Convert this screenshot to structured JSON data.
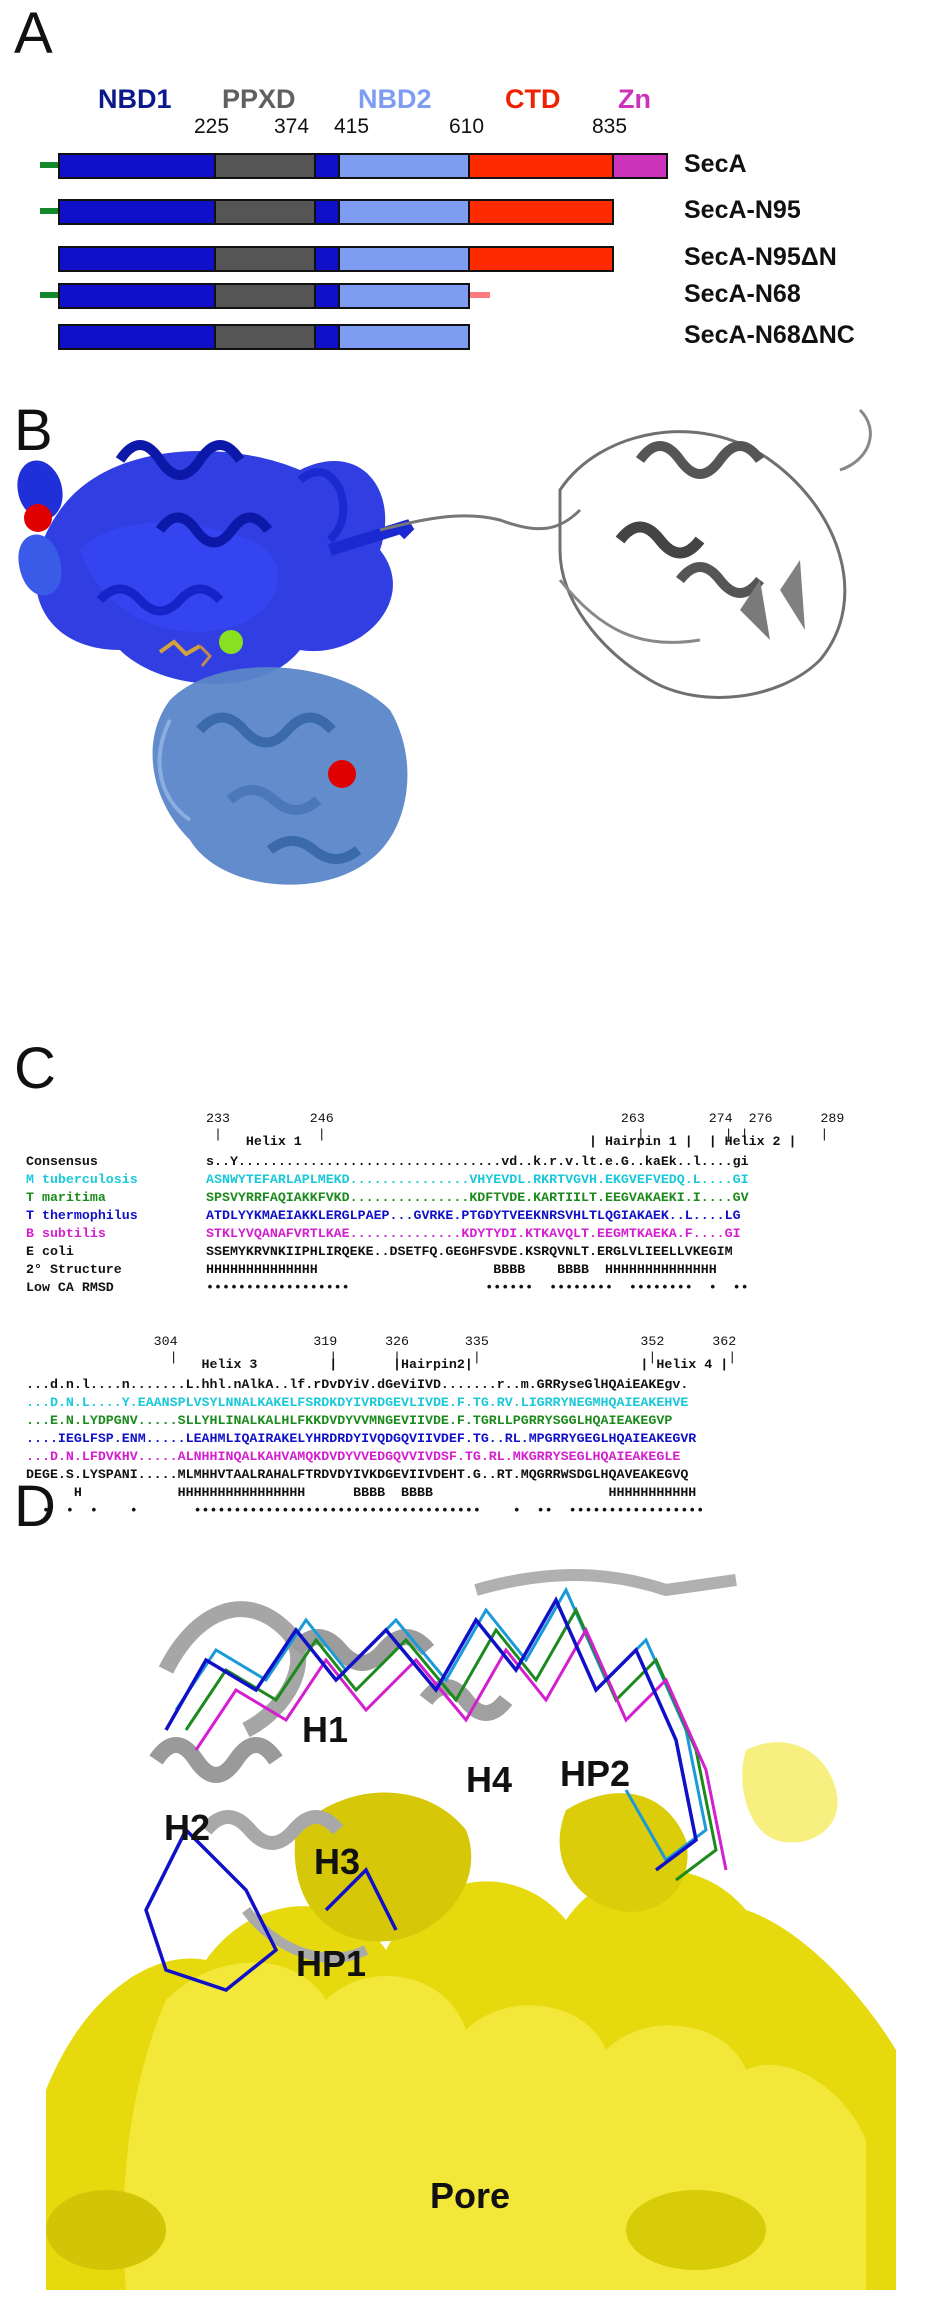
{
  "panels": {
    "a": "A",
    "b": "B",
    "c": "C",
    "d": "D"
  },
  "colors": {
    "nbd1": "#1010c8",
    "ppxd": "#555555",
    "nbd2": "#7e9cf2",
    "ctd": "#ff2a00",
    "zn": "#cc33bb",
    "nbd1_label": "#0a1a8a",
    "ppxd_label": "#606060",
    "nbd2_label": "#7e9cf2",
    "ctd_label": "#ee2200",
    "zn_label": "#cc33bb",
    "green_tail": "#11882a",
    "pink_tail": "#ff7b7b",
    "m_tuberculosis": "#19c9d9",
    "t_maritima": "#1c8a1c",
    "t_thermophilus": "#1010c8",
    "b_subtilis": "#d31fcf",
    "e_coli": "#111111",
    "surface": "#e8dc10"
  },
  "domain_map": {
    "domains": [
      {
        "name": "NBD1"
      },
      {
        "name": "PPXD"
      },
      {
        "name": "NBD2"
      },
      {
        "name": "CTD"
      },
      {
        "name": "Zn"
      }
    ],
    "residues": [
      "225",
      "374",
      "415",
      "610",
      "835"
    ],
    "constructs": [
      "SecA",
      "SecA-N95",
      "SecA-N95ΔN",
      "SecA-N68",
      "SecA-N68ΔNC"
    ]
  },
  "alignment": {
    "block1": {
      "numbers": "233          246                                    263        274  276      289",
      "ticks": " |            |                                       |          | |         |",
      "headers": "     Helix 1                                    | Hairpin 1 |  | Helix 2 |",
      "consensus_label": "Consensus",
      "consensus": "s..Y.................................vd..k.r.v.lt.e.G..kaEk..l....gi",
      "rows": [
        {
          "name": "M tuberculosis",
          "seq": "ASNWYTEFARLAPLMEKD...............VHYEVDL.RKRTVGVH.EKGVEFVEDQ.L....GI"
        },
        {
          "name": "T maritima",
          "seq": "SPSVYRRFAQIAKKFVKD...............KDFTVDE.KARTIILT.EEGVAKAEKI.I....GV"
        },
        {
          "name": "T thermophilus",
          "seq": "ATDLYYKMAEIAKKLERGLPAEP...GVRKE.PTGDYTVEEKNRSVHLTLQGIAKAEK..L....LG"
        },
        {
          "name": "B subtilis",
          "seq": "STKLYVQANAFVRTLKAE..............KDYTYDI.KTKAVQLT.EEGMTKAEKA.F....GI"
        },
        {
          "name": "E coli",
          "seq": "SSEMYKRVNKIIPHLIRQEKE..DSETFQ.GEGHFSVDE.KSRQVNLT.ERGLVLIEELLVKEGIM"
        },
        {
          "name": "2° Structure",
          "seq": "HHHHHHHHHHHHHH                      BBBB    BBBB  HHHHHHHHHHHHHH"
        },
        {
          "name": "Low CA RMSD",
          "seq": "••••••••••••••••••                 ••••••  ••••••••  ••••••••  •  ••"
        }
      ]
    },
    "block2": {
      "numbers": "                304                 319      326       335                   352      362",
      "ticks": "                  |                   |       |         |                     |         |",
      "headers": "                      Helix 3         |       |Hairpin2|                     | Helix 4 |",
      "consensus": "...d.n.l....n.......L.hhl.nAlkA..lf.rDvDYiV.dGeViIVD.......r..m.GRRyseGlHQAiEAKEgv.",
      "rows": [
        {
          "seq": "...D.N.L....Y.EAANSPLVSYLNNALKAKELFSRDKDYIVRDGEVLIVDE.F.TG.RV.LIGRRYNEGMHQAIEAKEHVE"
        },
        {
          "seq": "...E.N.LYDPGNV.....SLLYHLINALKALHLFKKDVDYVVMNGEVIIVDE.F.TGRLLPGRRYSGGLHQAIEAKEGVP"
        },
        {
          "seq": "....IEGLFSP.ENM.....LEAHMLIQAIRAKELYHRDRDYIVQDGQVIIVDEF.TG..RL.MPGRRYGEGLHQAIEAKEGVR"
        },
        {
          "seq": "...D.N.LFDVKHV.....ALNHHINQALKAHVAMQKDVDYVVEDGQVVIVDSF.TG.RL.MKGRRYSEGLHQAIEAKEGLE"
        },
        {
          "seq": "DEGE.S.LYSPANI.....MLMHHVTAALRAHALFTRDVDYIVKDGEVIIVDEHT.G..RT.MQGRRWSDGLHQAVEAKEGVQ"
        },
        {
          "seq": "      H            HHHHHHHHHHHHHHHH      BBBB  BBBB                      HHHHHHHHHHH"
        },
        {
          "seq": "  •  •  •    •       ••••••••••••••••••••••••••••••••••••    •  ••  •••••••••••••••••"
        }
      ]
    }
  },
  "panel_d_labels": {
    "h1": "H1",
    "h2": "H2",
    "h3": "H3",
    "h4": "H4",
    "hp1": "HP1",
    "hp2": "HP2",
    "pore": "Pore"
  }
}
